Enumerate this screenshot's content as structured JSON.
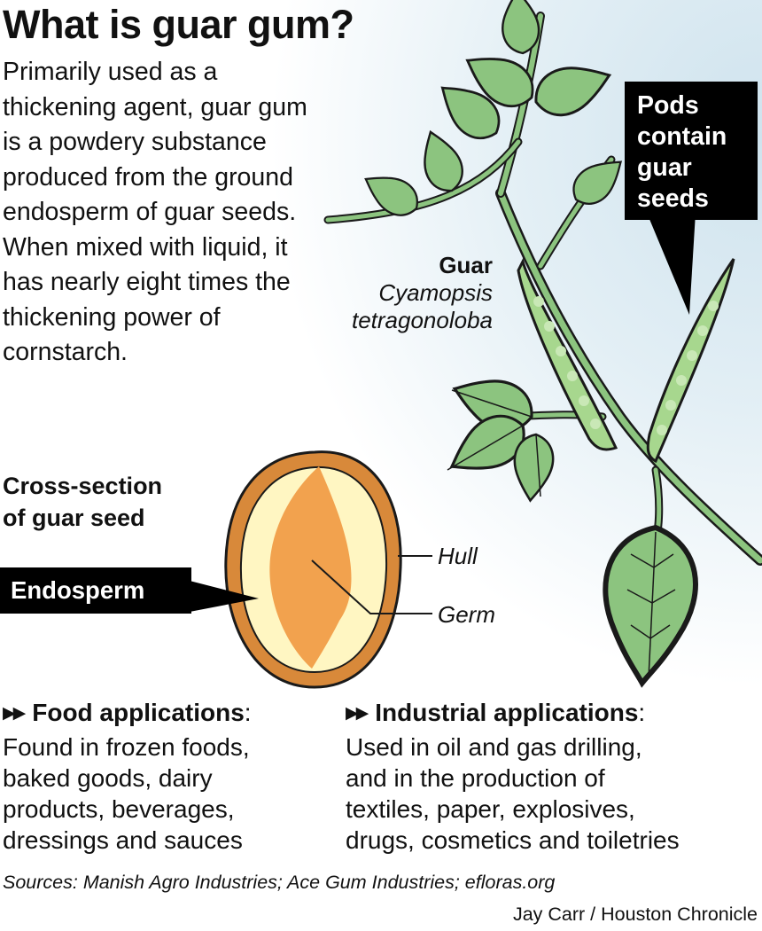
{
  "title": "What is guar gum?",
  "intro": "Primarily used as a thickening agent, guar gum is a powdery substance produced from the ground endosperm of guar seeds. When mixed with liquid, it has nearly eight times the thickening power of cornstarch.",
  "pods_callout": [
    "Pods",
    "contain",
    "guar",
    "seeds"
  ],
  "plant": {
    "common_name": "Guar",
    "scientific_name": [
      "Cyamopsis",
      "tetragonoloba"
    ]
  },
  "cross_section": {
    "title": [
      "Cross-section",
      "of guar seed"
    ],
    "labels": {
      "endosperm": "Endosperm",
      "hull": "Hull",
      "germ": "Germ"
    }
  },
  "applications": {
    "food": {
      "heading": "Food applications",
      "text": [
        "Found in frozen foods,",
        "baked goods, dairy",
        "products, beverages,",
        "dressings and sauces"
      ]
    },
    "industrial": {
      "heading": "Industrial applications",
      "text": [
        "Used in oil and gas drilling,",
        "and in the production of",
        "textiles, paper, explosives,",
        "drugs, cosmetics and toiletries"
      ]
    }
  },
  "sources": "Sources: Manish Agro Industries; Ace Gum Industries; efloras.org",
  "credit": "Jay Carr / Houston Chronicle",
  "colors": {
    "leaf": "#8cc47f",
    "pod": "#a7d78e",
    "pod_seed": "#c9e8b6",
    "hull": "#d8893a",
    "endosperm": "#fff6c2",
    "germ": "#f2a24e",
    "background_tint": "#d6e8f1"
  },
  "icons": {
    "bullet": "double-right-arrow-icon"
  }
}
